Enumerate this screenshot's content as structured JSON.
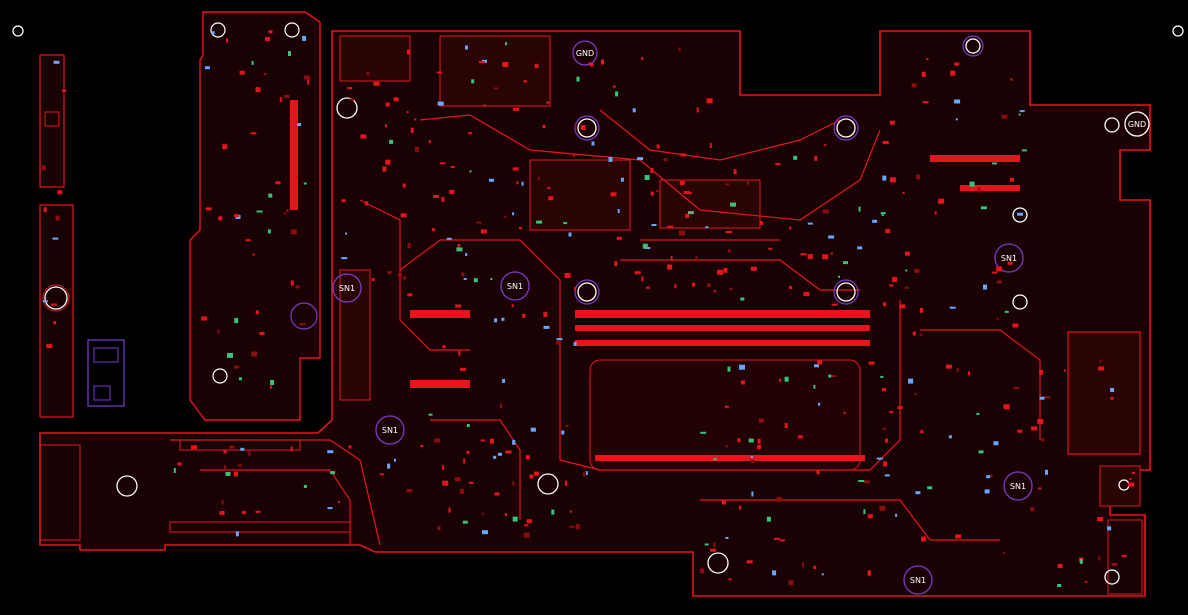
{
  "colors": {
    "background": "#000000",
    "copper": "#e8141c",
    "copper_dim": "#8c0c10",
    "copper_fill": "#2a0305",
    "mounting_hole": "#7a3cc8",
    "ring_white": "#ffffff",
    "label": "#ffffff",
    "silk_green": "#39c27a",
    "via_blue": "#6aa6ff"
  },
  "labels": {
    "gnd_top": "GND",
    "gnd_right": "GND",
    "hole_center_left": "SN1",
    "hole_left_mid": "SN1",
    "hole_right_mid": "SN1",
    "hole_lower_left": "SN1",
    "hole_lower_right": "SN1",
    "hole_bottom": "SN1"
  }
}
